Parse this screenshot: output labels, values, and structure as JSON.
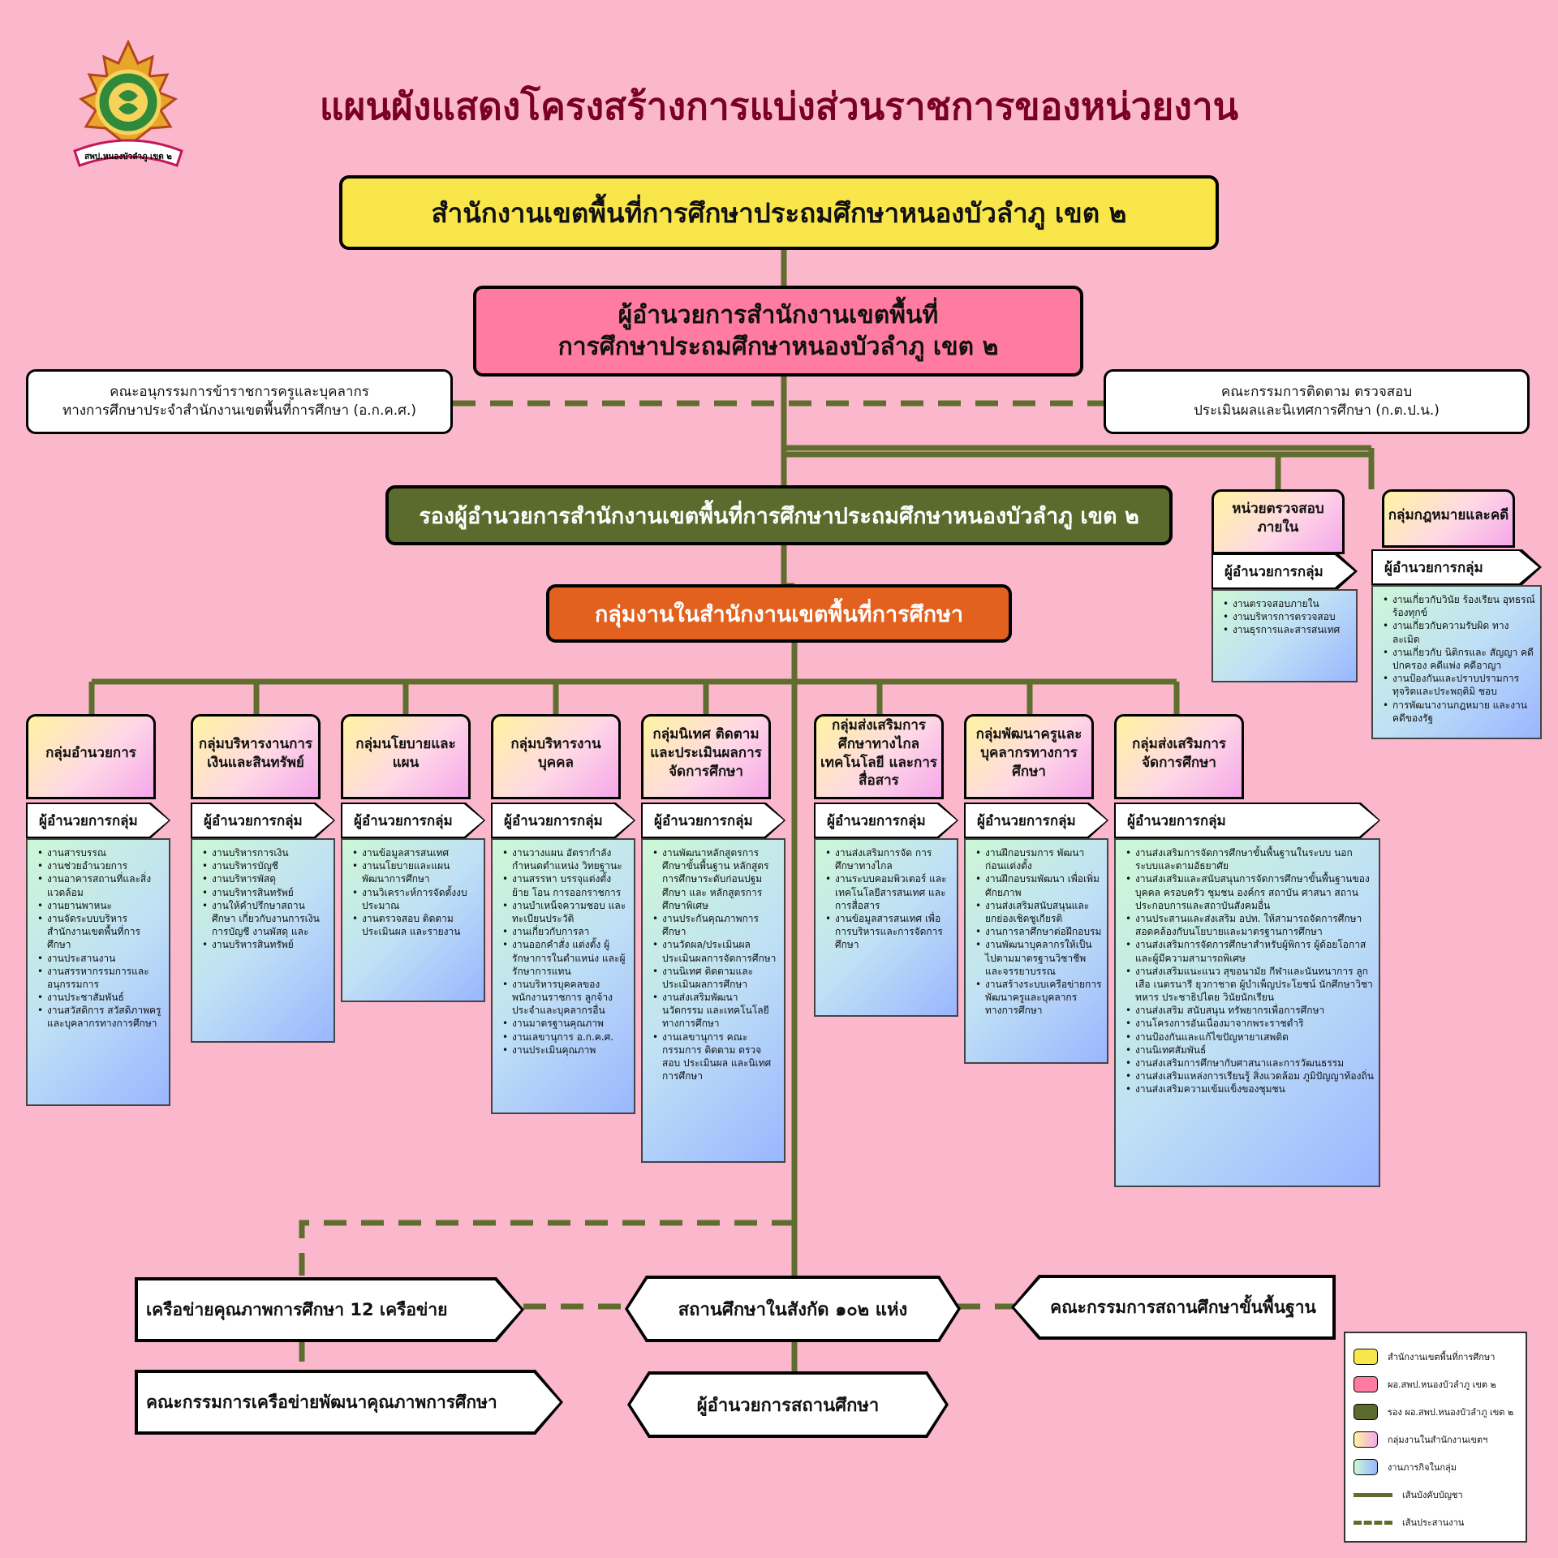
{
  "colors": {
    "line": "#5f6e2e",
    "yellow": "#f9e64b",
    "pink": "#ff7b9f",
    "green": "#5b6b2e",
    "orange": "#e2611f"
  },
  "logo": {
    "name": "obec-seal",
    "text": "สพป.หนองบัวลำภู เขต ๒"
  },
  "title": "แผนผังแสดงโครงสร้างการแบ่งส่วนราชการของหน่วยงาน",
  "office": "สำนักงานเขตพื้นที่การศึกษาประถมศึกษาหนองบัวลำภู เขต ๒",
  "director": {
    "line1": "ผู้อำนวยการสำนักงานเขตพื้นที่",
    "line2": "การศึกษาประถมศึกษาหนองบัวลำภู เขต ๒"
  },
  "committee_left": {
    "line1": "คณะอนุกรรมการข้าราชการครูและบุคลากร",
    "line2": "ทางการศึกษาประจำสำนักงานเขตพื้นที่การศึกษา (อ.ก.ค.ศ.)"
  },
  "committee_right": {
    "line1": "คณะกรรมการติดตาม ตรวจสอบ",
    "line2": "ประเมินผลและนิเทศการศึกษา (ก.ต.ป.น.)"
  },
  "deputy": "รองผู้อำนวยการสำนักงานเขตพื้นที่การศึกษาประถมศึกษาหนองบัวลำภู เขต ๒",
  "groups_header": "กลุ่มงานในสำนักงานเขตพื้นที่การศึกษา",
  "group_head_label": "ผู้อำนวยการกลุ่ม",
  "side_units": [
    {
      "title": "หน่วยตรวจสอบภายใน",
      "tasks": [
        "งานตรวจสอบภายใน",
        "งานบริหารการตรวจสอบ",
        "งานธุรการและสารสนเทศ"
      ]
    },
    {
      "title": "กลุ่มกฎหมายและคดี",
      "tasks": [
        "งานเกี่ยวกับวินัย ร้องเรียน อุทธรณ์ ร้องทุกข์",
        "งานเกี่ยวกับความรับผิด ทางละเมิด",
        "งานเกี่ยวกับ นิติกรและ สัญญา คดีปกครอง คดีแพ่ง คดีอาญา",
        "งานป้องกันและปราบปรามการทุจริตและประพฤติมิ ชอบ",
        "การพัฒนางานกฎหมาย และงานคดีของรัฐ"
      ]
    }
  ],
  "groups": [
    {
      "title": "กลุ่มอำนวยการ",
      "tasks": [
        "งานสารบรรณ",
        "งานช่วยอำนวยการ",
        "งานอาคารสถานที่และสิ่งแวดล้อม",
        "งานยานพาหนะ",
        "งานจัดระบบบริหารสำนักงานเขตพื้นที่การศึกษา",
        "งานประสานงาน",
        "งานสรรหากรรมการและ อนุกรรมการ",
        "งานประชาสัมพันธ์",
        "งานสวัสดิการ สวัสดิภาพครู และบุคลากรทางการศึกษา"
      ]
    },
    {
      "title": "กลุ่มบริหารงานการเงินและสินทรัพย์",
      "tasks": [
        "งานบริหารการเงิน",
        "งานบริหารบัญชี",
        "งานบริหารพัสดุ",
        "งานบริหารสินทรัพย์",
        "งานให้คำปรึกษาสถานศึกษา เกี่ยวกับงานการเงิน การบัญชี งานพัสดุ และ",
        "งานบริหารสินทรัพย์"
      ]
    },
    {
      "title": "กลุ่มนโยบายและแผน",
      "tasks": [
        "งานข้อมูลสารสนเทศ",
        "งานนโยบายและแผนพัฒนาการศึกษา",
        "งานวิเคราะห์การจัดตั้งงบประมาณ",
        "งานตรวจสอบ ติดตามประเมินผล และรายงาน"
      ]
    },
    {
      "title": "กลุ่มบริหารงานบุคคล",
      "tasks": [
        "งานวางแผน อัตรากำลัง กำหนดตำแหน่ง วิทยฐานะ",
        "งานสรรหา บรรจุแต่งตั้ง ย้าย โอน การออกราชการ",
        "งานบำเหน็จความชอบ และ ทะเบียนประวัติ",
        "งานเกี่ยวกับการลา",
        "งานออกคำสั่ง แต่งตั้ง ผู้รักษาการในตำแหน่ง และผู้รักษาการแทน",
        "งานบริหารบุคคลของพนักงานราชการ ลูกจ้าง ประจำและบุคลากรอื่น",
        "งานมาตรฐานคุณภาพ",
        "งานเลขานุการ อ.ก.ค.ศ.",
        "งานประเมินคุณภาพ"
      ]
    },
    {
      "title": "กลุ่มนิเทศ ติดตาม และประเมินผลการจัดการศึกษา",
      "tasks": [
        "งานพัฒนาหลักสูตรการศึกษาขั้นพื้นฐาน หลักสูตรการศึกษาระดับก่อนปฐมศึกษา และ หลักสูตรการศึกษาพิเศษ",
        "งานประกันคุณภาพการศึกษา",
        "งานวัดผล/ประเมินผล ประเมินผลการจัดการศึกษา",
        "งานนิเทศ ติดตามและประเมินผลการศึกษา",
        "งานส่งเสริมพัฒนานวัตกรรม และเทคโนโลยีทางการศึกษา",
        "งานเลขานุการ คณะกรรมการ ติดตาม ตรวจสอบ ประเมินผล และนิเทศการศึกษา"
      ]
    },
    {
      "title": "กลุ่มส่งเสริมการศึกษาทางไกล เทคโนโลยี และการสื่อสาร",
      "tasks": [
        "งานส่งเสริมการจัด การศึกษาทางไกล",
        "งานระบบคอมพิวเตอร์ และ เทคโนโลยีสารสนเทศ และการสื่อสาร",
        "งานข้อมูลสารสนเทศ เพื่อการบริหารและการจัดการศึกษา"
      ]
    },
    {
      "title": "กลุ่มพัฒนาครูและบุคลากรทางการศึกษา",
      "tasks": [
        "งานฝึกอบรมการ พัฒนาก่อนแต่งตั้ง",
        "งานฝึกอบรมพัฒนา เพื่อเพิ่มศักยภาพ",
        "งานส่งเสริมสนับสนุนและยกย่องเชิดชูเกียรติ",
        "งานการลาศึกษาต่อฝึกอบรม",
        "งานพัฒนาบุคลากรให้เป็นไปตามมาตรฐานวิชาชีพและจรรยาบรรณ",
        "งานสร้างระบบเครือข่ายการพัฒนาครูและบุคลากร ทางการศึกษา"
      ]
    },
    {
      "title": "กลุ่มส่งเสริมการจัดการศึกษา",
      "tasks": [
        "งานส่งเสริมการจัดการศึกษาขั้นพื้นฐานในระบบ นอกระบบและตามอัธยาศัย",
        "งานส่งเสริมและสนับสนุนการจัดการศึกษาขั้นพื้นฐานของบุคคล ครอบครัว ชุมชน องค์กร สถาบัน ศาสนา สถานประกอบการและสถาบันสังคมอื่น",
        "งานประสานและส่งเสริม อปท. ให้สามารถจัดการศึกษา สอดคล้องกับนโยบายและมาตรฐานการศึกษา",
        "งานส่งเสริมการจัดการศึกษาสำหรับผู้พิการ ผู้ด้อยโอกาส และผู้มีความสามารถพิเศษ",
        "งานส่งเสริมแนะแนว สุขอนามัย กีฬาและนันทนาการ ลูกเสือ เนตรนารี ยุวกาชาด ผู้บำเพ็ญประโยชน์ นักศึกษาวิชาทหาร ประชาธิปไตย วินัยนักเรียน",
        "งานส่งเสริม สนับสนุน ทรัพยากรเพื่อการศึกษา",
        "งานโครงการอันเนื่องมาจากพระราชดำริ",
        "งานป้องกันและแก้ไขปัญหายาเสพติด",
        "งานนิเทศสัมพันธ์",
        "งานส่งเสริมการศึกษากับศาสนาและการวัฒนธรรม",
        "งานส่งเสริมแหล่งการเรียนรู้ สิ่งแวดล้อม ภูมิปัญญาท้องถิ่น",
        "งานส่งเสริมความเข้มแข็งของชุมชน"
      ]
    }
  ],
  "bottom": {
    "network": "เครือข่ายคุณภาพการศึกษา 12 เครือข่าย",
    "network_committee": "คณะกรรมการเครือข่ายพัฒนาคุณภาพการศึกษา",
    "schools": "สถานศึกษาในสังกัด ๑๐๒ แห่ง",
    "school_director": "ผู้อำนวยการสถานศึกษา",
    "basic_committee": "คณะกรรมการสถานศึกษาขั้นพื้นฐาน"
  },
  "legend": [
    {
      "label": "สำนักงานเขตพื้นที่การศึกษา",
      "kind": "yellow"
    },
    {
      "label": "ผอ.สพป.หนองบัวลำภู เขต ๒",
      "kind": "pink"
    },
    {
      "label": "รอง ผอ.สพป.หนองบัวลำภู เขต ๒",
      "kind": "green"
    },
    {
      "label": "กลุ่มงานในสำนักงานเขตฯ",
      "kind": "gradient1"
    },
    {
      "label": "งานภารกิจในกลุ่ม",
      "kind": "gradient2"
    },
    {
      "label": "เส้นบังคับบัญชา",
      "kind": "solid"
    },
    {
      "label": "เส้นประสานงาน",
      "kind": "dashed"
    }
  ]
}
